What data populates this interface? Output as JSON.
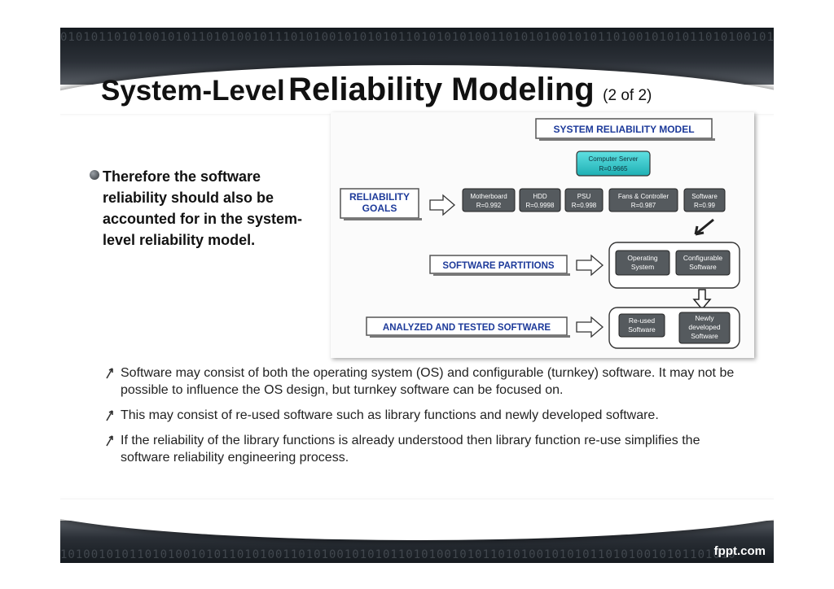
{
  "title": {
    "part1": "System-Level",
    "part2": "Reliability Modeling",
    "part3": "(2 of 2)"
  },
  "main_bullet": "Therefore the software reliability should also be accounted for in the system-level reliability model.",
  "diagram": {
    "model_title": "SYSTEM RELIABILITY MODEL",
    "server": {
      "name": "Computer Server",
      "r": "R=0.9665"
    },
    "goals": [
      "RELIABILITY",
      "GOALS"
    ],
    "components": [
      {
        "name": "Motherboard",
        "r": "R=0.992"
      },
      {
        "name": "HDD",
        "r": "R=0.9998"
      },
      {
        "name": "PSU",
        "r": "R=0.998"
      },
      {
        "name": "Fans & Controller",
        "r": "R=0.987"
      },
      {
        "name": "Software",
        "r": "R=0.99"
      }
    ],
    "partitions_label": "SOFTWARE PARTITIONS",
    "partitions": [
      [
        "Operating",
        "System"
      ],
      [
        "Configurable",
        "Software"
      ]
    ],
    "analyzed_label": "ANALYZED AND TESTED SOFTWARE",
    "analyzed": [
      [
        "Re-used",
        "Software"
      ],
      [
        "Newly",
        "developed",
        "Software"
      ]
    ]
  },
  "sub_bullets": [
    "Software may consist of both the operating system (OS) and configurable (turnkey) software. It may not be possible to influence the OS design, but turnkey software can be focused on.",
    "This may consist of re-used software such as library functions and newly developed software.",
    "If the reliability of the library functions is already understood then library function re-use simplifies the software reliability engineering process."
  ],
  "footer": {
    "brand": "fppt.com"
  },
  "colors": {
    "teal_box": "#2fc3c6",
    "label_text": "#1d3a9a",
    "band": "#2b3037"
  }
}
